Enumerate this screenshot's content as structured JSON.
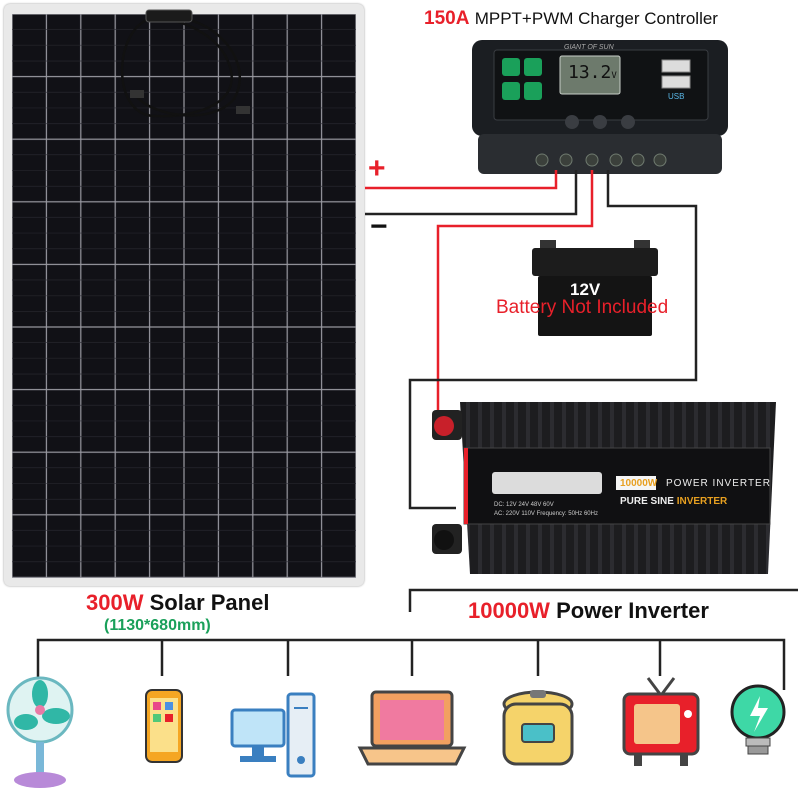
{
  "controller": {
    "rating": "150A",
    "title": "MPPT+PWM Charger Controller",
    "brand": "GIANT OF SUN",
    "lcd_reading": "13.2",
    "lcd_unit": "V",
    "usb_label": "USB"
  },
  "battery": {
    "voltage": "12V",
    "note": "Battery Not Included"
  },
  "polarity": {
    "positive": "+",
    "negative": "−"
  },
  "solar_panel": {
    "power": "300W",
    "label": "Solar Panel",
    "size": "(1130*680mm)"
  },
  "inverter": {
    "power": "10000W",
    "label": "Power Inverter",
    "face_power": "10000W",
    "face_title": "POWER INVERTER",
    "face_sub_a": "PURE SINE",
    "face_sub_b": "INVERTER",
    "dc_line": "DC: 12V 24V 48V 60V",
    "ac_line": "AC: 220V 110V Frequency: 50Hz 60Hz"
  },
  "appliances": [
    "fan-icon",
    "phone-icon",
    "desktop-computer-icon",
    "laptop-icon",
    "rice-cooker-icon",
    "tv-icon",
    "bulb-icon"
  ],
  "colors": {
    "accent_red": "#e8202a",
    "wire_dark": "#222222",
    "green": "#1aa05a"
  }
}
